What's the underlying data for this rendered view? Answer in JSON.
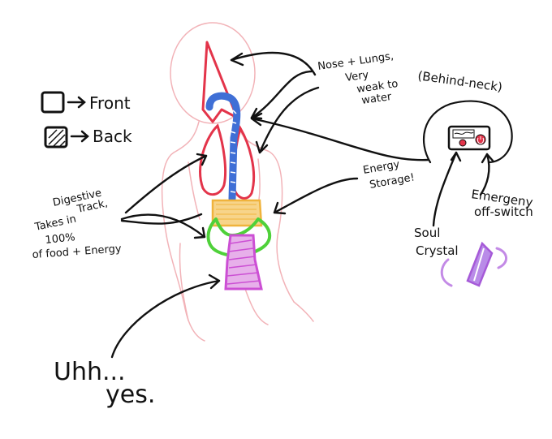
{
  "legend": {
    "front_label": "Front",
    "back_label": "Back"
  },
  "labels": {
    "nose_lungs": [
      "Nose + Lungs,",
      "Very",
      "weak to",
      "water"
    ],
    "behind_neck": "(Behind-neck)",
    "energy_storage": [
      "Energy",
      "Storage!"
    ],
    "digestive": [
      "Digestive",
      "Track,",
      "Takes in",
      "100%",
      "of food + Energy"
    ],
    "emergency": [
      "Emergeny",
      "off-switch"
    ],
    "soul_crystal": [
      "Soul",
      "Crystal"
    ],
    "uhh": "Uhh...",
    "yes": "yes."
  },
  "colors": {
    "ink": "#111111",
    "body_outline": "#f2b3b8",
    "nose_lungs": "#e3344a",
    "windpipe": "#3f6fd6",
    "energy_storage": "#f0b33c",
    "stomach": "#4fd13a",
    "digestive_block": "#cc4fd4",
    "crystal": "#a65ad8"
  }
}
